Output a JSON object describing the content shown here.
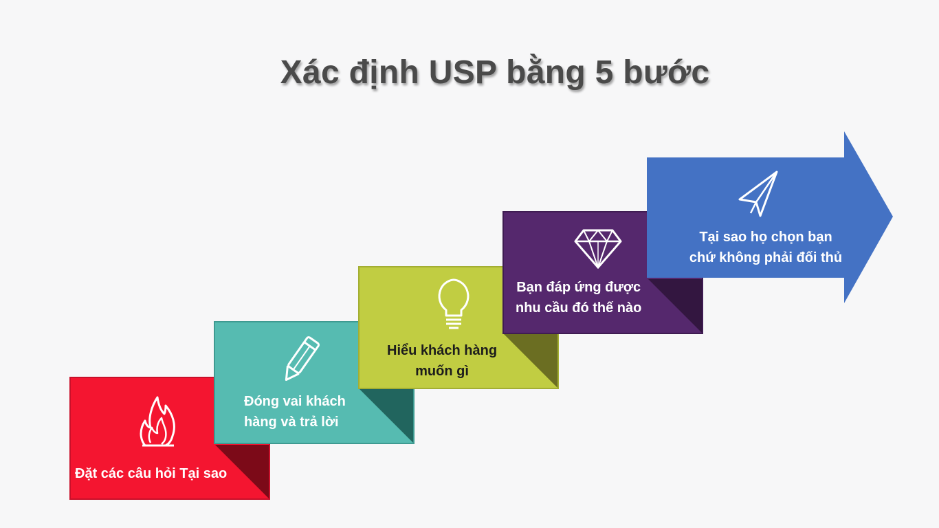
{
  "title": "Xác định USP bằng 5 bước",
  "steps": [
    {
      "label_line1": "Đặt các câu hỏi Tại sao",
      "label_line2": "",
      "icon": "flame-icon",
      "color": "#f41530",
      "fold": "#7c0a18"
    },
    {
      "label_line1": "Đóng vai khách",
      "label_line2": "hàng và trả lời",
      "icon": "pencil-icon",
      "color": "#56bbb1",
      "fold": "#21655e"
    },
    {
      "label_line1": "Hiểu khách hàng",
      "label_line2": "muốn gì",
      "icon": "lightbulb-icon",
      "color": "#c1cd42",
      "fold": "#6b6e22",
      "text_color": "#1c1c1c"
    },
    {
      "label_line1": "Bạn đáp ứng được",
      "label_line2": "nhu cầu đó thế nào",
      "icon": "diamond-icon",
      "color": "#55286d",
      "fold": "#331640"
    },
    {
      "label_line1": "Tại sao họ chọn bạn",
      "label_line2": "chứ không phải đối thủ",
      "icon": "paper-plane-icon",
      "color": "#4472c4"
    }
  ]
}
